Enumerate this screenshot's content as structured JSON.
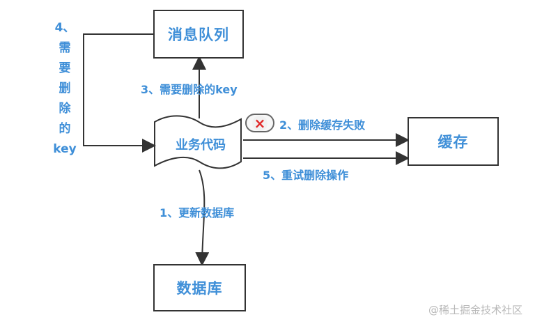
{
  "nodes": {
    "message_queue": "消息队列",
    "business_code": "业务代码",
    "cache": "缓存",
    "database": "数据库"
  },
  "edges": {
    "update_db": "1、更新数据库",
    "delete_cache_fail": "2、删除缓存失败",
    "need_delete_key_to_queue": "3、需要删除的key",
    "need_delete_key_back": [
      "4、",
      "需",
      "要",
      "删",
      "除",
      "的",
      "key"
    ],
    "retry_delete": "5、重试删除操作"
  },
  "watermark": "@稀土掘金技术社区",
  "icons": {
    "failure": "close-icon"
  },
  "colors": {
    "label": "#3f8fd8",
    "stroke": "#333333",
    "error": "#e12727",
    "watermark": "#b8b8b8"
  }
}
